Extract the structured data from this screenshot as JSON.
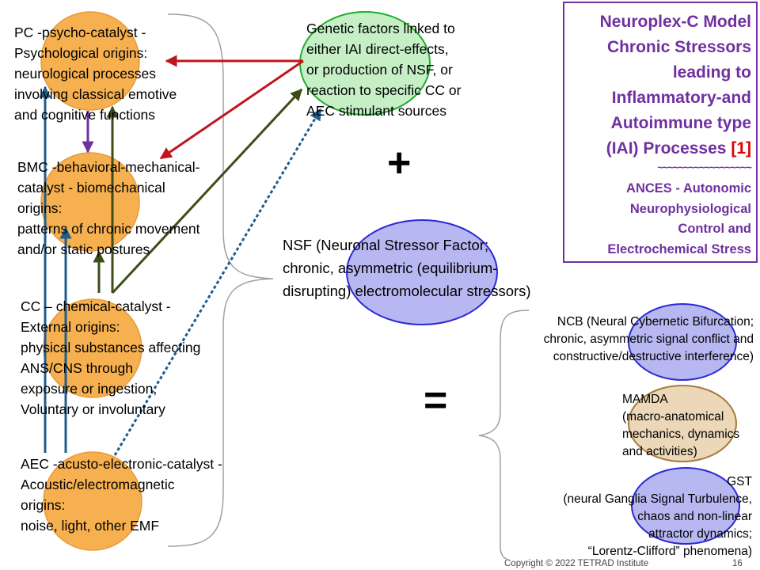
{
  "title": {
    "lines": [
      "Neuroplex-C Model",
      "Chronic Stressors",
      "leading to",
      "Inflammatory-and",
      "Autoimmune type",
      "(IAI) Processes"
    ],
    "ref": "[1]",
    "separator": "~~~~~~~~~~~~~~~~~~",
    "subtitle_lines": [
      "ANCES - Autonomic",
      "Neurophysiological",
      "Control and",
      "Electrochemical Stress"
    ]
  },
  "catalysts": {
    "pc": [
      "PC -psycho-catalyst -",
      "Psychological origins:",
      "neurological processes",
      "involving classical emotive",
      "and cognitive functions"
    ],
    "bmc": [
      "BMC -behavioral-mechanical-",
      "catalyst - biomechanical",
      "origins:",
      "patterns of chronic movement",
      "and/or static postures"
    ],
    "cc": [
      "CC – chemical-catalyst -",
      "External origins:",
      "physical substances affecting",
      "ANS/CNS through",
      "exposure or ingestion,",
      "Voluntary or involuntary"
    ],
    "aec": [
      "AEC -acusto-electronic-catalyst -",
      "Acoustic/electromagnetic",
      "origins:",
      "noise, light, other EMF"
    ]
  },
  "genetic": [
    "Genetic factors linked to",
    "either IAI direct-effects,",
    "or production of NSF, or",
    "reaction to specific CC or",
    "AEC stimulant sources"
  ],
  "nsf": [
    "NSF (Neuronal Stressor Factor;",
    "chronic, asymmetric (equilibrium-",
    "disrupting)  electromolecular stressors)"
  ],
  "plus_sign": "+",
  "equals_sign": "=",
  "ncb": [
    "NCB (Neural Cybernetic  Bifurcation;",
    "chronic, asymmetric signal conflict and",
    "constructive/destructive interference)"
  ],
  "mamda": [
    "MAMDA",
    "(macro-anatomical",
    "mechanics,  dynamics",
    "and activities)"
  ],
  "gst": [
    "GST",
    "(neural Ganglia Signal Turbulence,",
    "chaos and non-linear",
    "attractor dynamics;",
    "“Lorentz-Clifford” phenomena)"
  ],
  "footer": {
    "copyright": "Copyright © 2022 TETRAD Institute",
    "page_number": "16"
  },
  "colors": {
    "catalyst_fill": "#f7b04f",
    "catalyst_stroke": "#e89a3a",
    "genetic_fill": "#c6efc6",
    "genetic_stroke": "#1fae2c",
    "nsf_fill": "#b7b7f1",
    "nsf_stroke": "#2b2bd6",
    "mamda_fill": "#ecd7b8",
    "mamda_stroke": "#a57c3c",
    "title": "#7030a0",
    "ref": "#e00000",
    "arrow_red": "#c0151f",
    "arrow_olive": "#3d4d17",
    "arrow_purple": "#7030a0",
    "arrow_blue": "#1f5d8f"
  }
}
